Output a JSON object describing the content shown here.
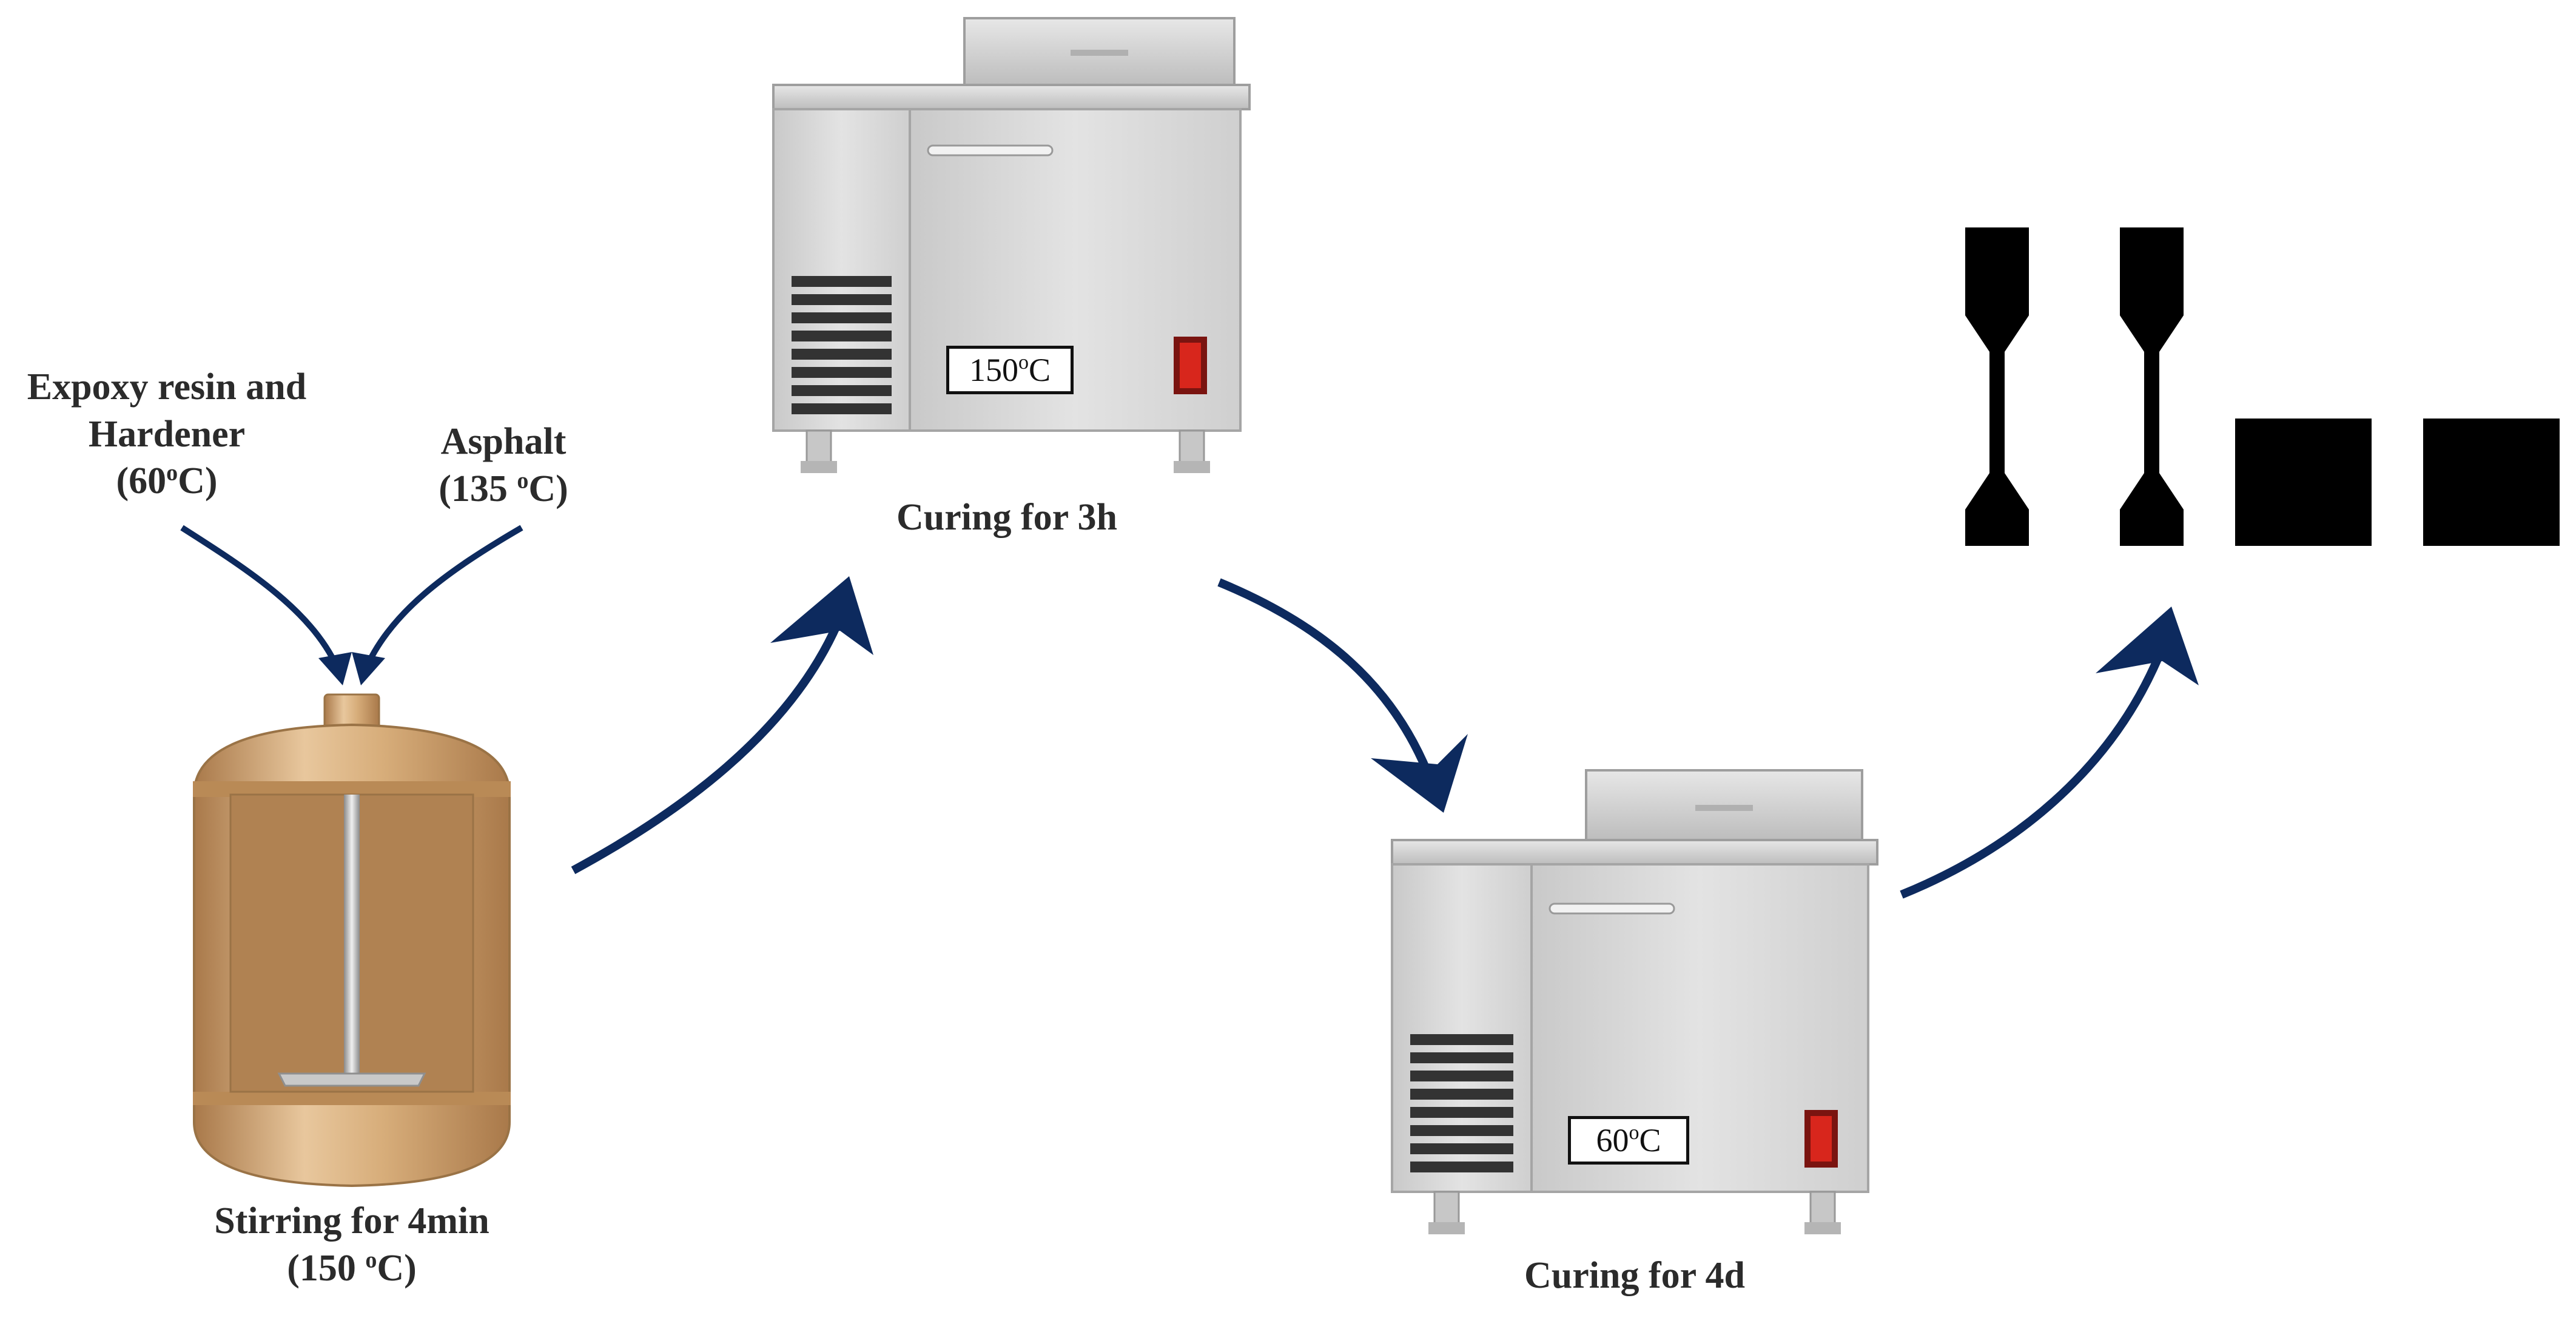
{
  "inputs": {
    "epoxy_line1": "Expoxy resin and",
    "epoxy_line2": "Hardener",
    "epoxy_temp": "(60",
    "epoxy_temp_sup": "o",
    "epoxy_temp_end": "C)",
    "asphalt_line1": "Asphalt",
    "asphalt_temp": "(135 ",
    "asphalt_temp_sup": "o",
    "asphalt_temp_end": "C)"
  },
  "stirring": {
    "line1": "Stirring for 4min",
    "temp": "(150 ",
    "temp_sup": "o",
    "temp_end": "C)"
  },
  "oven1": {
    "display_value": "150 ",
    "display_sup": "o",
    "display_unit": "C",
    "caption": "Curing for 3h"
  },
  "oven2": {
    "display_value": "60 ",
    "display_sup": "o",
    "display_unit": "C",
    "caption": "Curing for 4d"
  },
  "colors": {
    "arrow": "#0d2a5e",
    "tank": "#c99a62",
    "oven_body": "#d9d9d9",
    "specimen": "#000000",
    "switch": "#c0201a"
  }
}
